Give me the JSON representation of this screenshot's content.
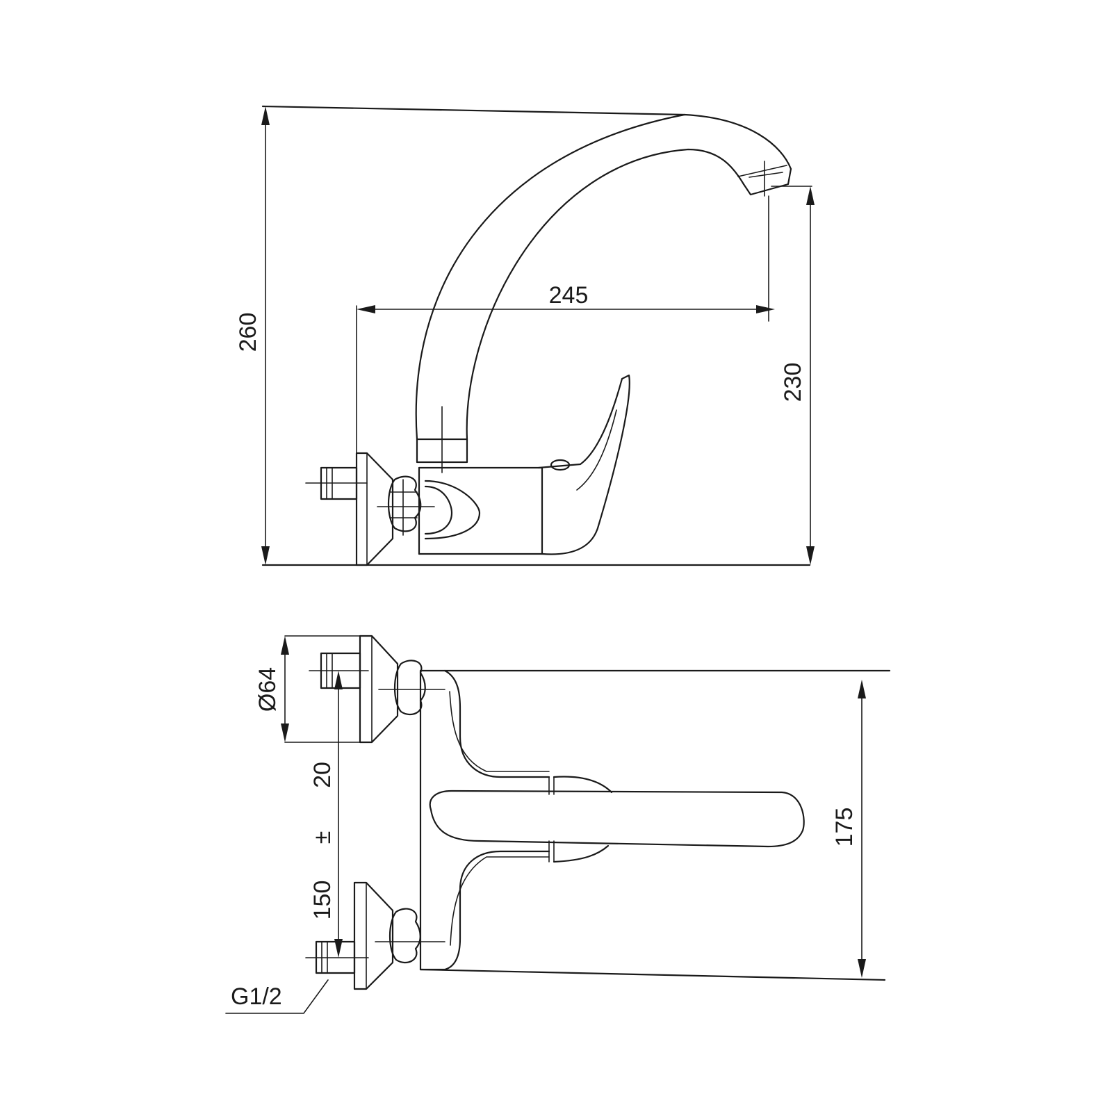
{
  "dimensions": {
    "total_height": "260",
    "spout_reach": "245",
    "spout_height": "230",
    "flange_diameter": "Ø64",
    "center_distance": "20",
    "tolerance_sign": "±",
    "center_distance_base": "150",
    "body_depth": "175",
    "thread_size": "G1/2"
  }
}
